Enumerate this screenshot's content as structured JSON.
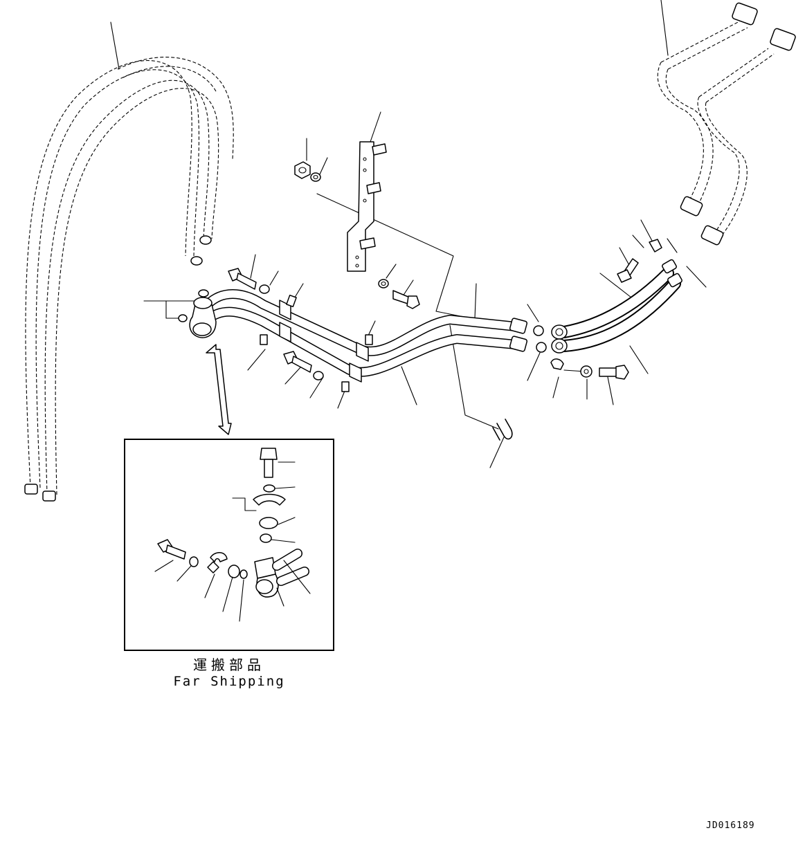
{
  "caption": {
    "japanese": "運搬部品",
    "english": "Far Shipping"
  },
  "drawing_id": "JD016189",
  "icons": {
    "hose-assembly-left": "hose-icon",
    "hose-assembly-right": "hose-icon",
    "tube-assembly": "tube-icon",
    "bracket": "bracket-icon",
    "u-bolt": "u-bolt-icon",
    "bolt": "bolt-icon",
    "nut": "nut-icon",
    "washer": "washer-icon",
    "o-ring": "o-ring-icon",
    "split-flange": "flange-icon",
    "elbow": "elbow-icon",
    "clamp": "clamp-icon"
  },
  "colors": {
    "line": "#000000",
    "background": "#ffffff"
  }
}
